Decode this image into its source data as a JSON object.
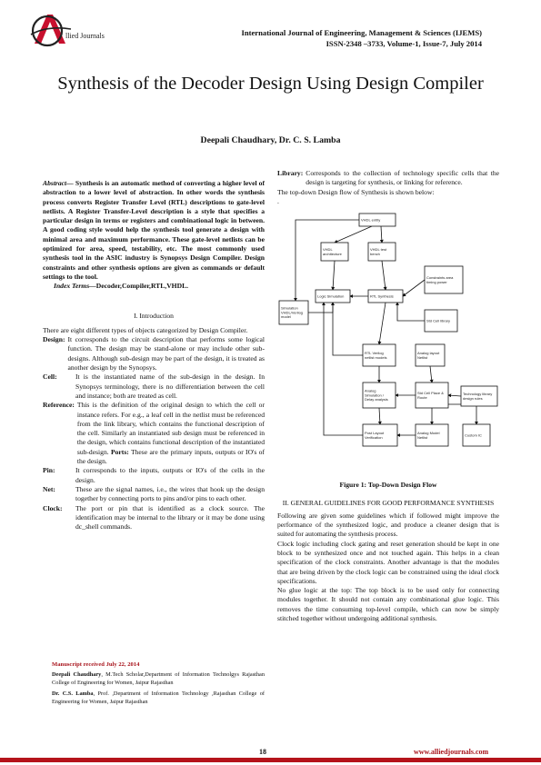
{
  "journal_header": {
    "line1": "International Journal of Engineering, Management & Sciences (IJEMS)",
    "line2": "ISSN-2348 –3733,  Volume-1, Issue-7, July  2014"
  },
  "logo": {
    "text": "llied Journals",
    "colors": {
      "red": "#c8102e",
      "dark": "#222222"
    }
  },
  "title": "Synthesis of the Decoder Design Using Design Compiler",
  "authors": "Deepali Chaudhary, Dr. C. S. Lamba",
  "abstract": {
    "label": "Abstract—",
    "text": " Synthesis is an automatic method of converting a higher level of abstraction to a lower level of abstraction. In other words the synthesis process converts Register Transfer Level (RTL) descriptions to gate-level netlists. A Register Transfer-Level description is a style that specifies a particular design in terms or registers and combinational logic in between. A good coding style would help the synthesis tool generate a design with minimal area and maximum performance. These gate-level netlists can be optimized for area, speed, testability, etc. The most commonly used synthesis tool in the ASIC industry is Synopsys Design Compiler. Design constraints and other synthesis options are given as commands or default settings to the tool."
  },
  "index_terms": {
    "label": "Index Terms—",
    "text": "Decoder,Compiler,RTL,VHDL."
  },
  "section1": {
    "heading": "I.   Introduction",
    "intro": "There are eight different types of objects categorized by Design Compiler.",
    "defs": [
      {
        "term": "Design:",
        "text": "It corresponds to the circuit description that performs some logical function. The design may be stand-alone or may include other sub-designs. Although sub-design may be part of the design, it is treated as another design by the Synopsys."
      },
      {
        "term": "Cell:",
        "text": "It is the instantiated name of the sub-design in the design. In Synopsys terminology, there is no differentiation between the cell and instance; both are treated as cell."
      },
      {
        "term": "Reference:",
        "text": "This is the definition of the original design to which the cell or instance refers. For e.g., a leaf cell in the netlist must be referenced from the link library, which contains the functional description of the cell. Similarly an instantiated sub design must be referenced in the design, which contains functional description of the instantiated sub-design.",
        "extra_term": "Ports:",
        "extra_text": "These are the primary inputs, outputs or IO's of the design."
      },
      {
        "term": "Pin:",
        "text": "It corresponds to the inputs, outputs or IO's of the cells in the design."
      },
      {
        "term": "Net:",
        "text": "These are the signal names, i.e., the wires that hook up the design together by connecting ports to pins and/or pins to each other."
      },
      {
        "term": "Clock:",
        "text": "The port or pin that is identified as a clock source. The identification may be internal to the library or it may be done using dc_shell commands."
      }
    ]
  },
  "manuscript_received": "Manuscript received July 22, 2014",
  "affiliations": [
    {
      "name": "Deepali Chaudhary",
      "text": ", M.Tech Scholar,Department of Information Technolgys Rajasthan College of Engineering for Women, Jaipur Rajasthan"
    },
    {
      "name": "Dr. C.S. Lamba",
      "text": ", Prof. ,Department of Information Technology ,Rajasthan College of Engineering for Women, Jaipur Rajasthan"
    }
  ],
  "right_column": {
    "library_term": "Library:",
    "library_text": "Corresponds to the collection of technology specific cells that the design is targeting for synthesis, or linking for reference.",
    "flow_intro": "The top-down Design flow of Synthesis is shown below:",
    "dot": ".",
    "figure_caption": "Figure 1: Top-Down Design Flow",
    "section2_heading": "II. GENERAL GUIDELINES FOR GOOD PERFORMANCE SYNTHESIS",
    "section2_paragraphs": [
      "Following are given some guidelines which if followed might improve the performance of the synthesized logic, and produce a cleaner design that is suited for automating the synthesis process.",
      "Clock logic including clock gating and reset generation should be kept in one block to be synthesized once and not touched again. This helps in a clean specification of the clock constraints. Another advantage is that the modules that are being driven by the clock logic can be constrained using the ideal clock specifications.",
      "No glue logic at the top: The top block is to be used only for connecting modules together. It should not contain any combinational glue logic. This removes the time consuming top-level compile, which can now be simply stitched together without undergoing additional synthesis."
    ]
  },
  "diagram": {
    "boxes": [
      {
        "id": "vhdl-entity",
        "label": "VHDL entity"
      },
      {
        "id": "vhdl-architecture",
        "label": "VHDL architecture"
      },
      {
        "id": "vhdl-testbench",
        "label": "VHDL test bench"
      },
      {
        "id": "simulation-vhdl",
        "label": "Simulation VHDL/Verilog model"
      },
      {
        "id": "logic-simulation",
        "label": "Logic Simulation"
      },
      {
        "id": "rtl-synthesis",
        "label": "RTL Synthesis"
      },
      {
        "id": "constraints",
        "label": "Constraints area timing power"
      },
      {
        "id": "std-cell-library",
        "label": "Std Cell library"
      },
      {
        "id": "gate-netlist",
        "label": "RTL Verilog netlist models"
      },
      {
        "id": "analog-layout",
        "label": "Analog layout Netlist"
      },
      {
        "id": "delay-analysis",
        "label": "Analog Simulation / Delay analysis"
      },
      {
        "id": "place-route",
        "label": "Std Cell Place & Route"
      },
      {
        "id": "design-rules",
        "label": "Technology library design rules"
      },
      {
        "id": "post-layout",
        "label": "Post Layout Verification"
      },
      {
        "id": "analog-model",
        "label": "Analog Model Netlist"
      },
      {
        "id": "custom-ic",
        "label": "Custom IC"
      }
    ]
  }
}
